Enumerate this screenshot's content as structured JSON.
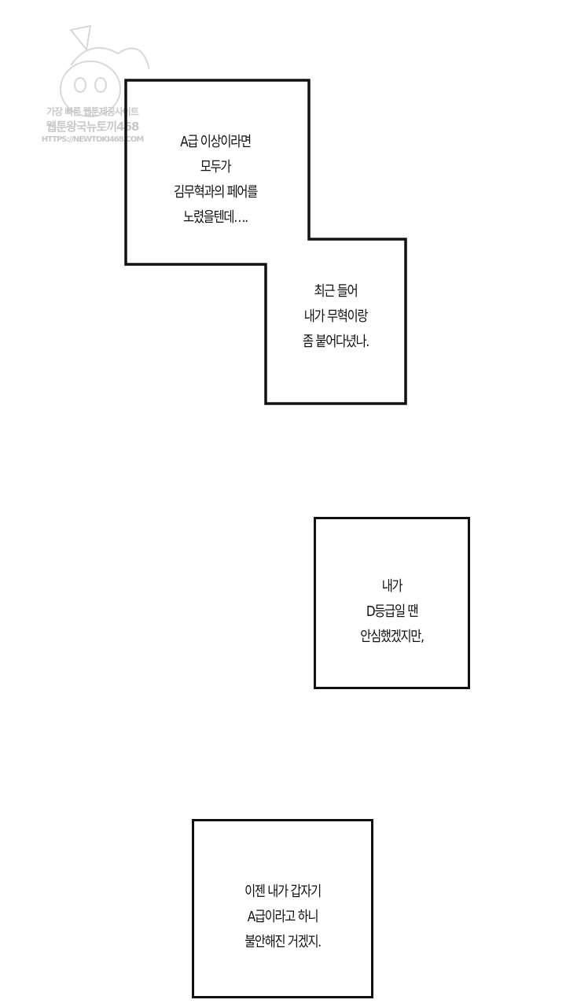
{
  "watermark": {
    "line1": "가장 빠른 웹툰제공사이트",
    "line2": "웹툰왕국뉴토끼468",
    "line3": "HTTPS://NEWTOKI468.COM"
  },
  "captions": [
    {
      "lines": [
        "A급 이상이라면",
        "모두가",
        "김무혁과의 페어를",
        "노렸을텐데…."
      ]
    },
    {
      "lines": [
        "최근 들어",
        "내가 무혁이랑",
        "좀 붙어다녔나."
      ]
    },
    {
      "lines": [
        "내가",
        "D등급일 땐",
        "안심했겠지만,"
      ]
    },
    {
      "lines": [
        "이젠 내가 갑자기",
        "A급이라고 하니",
        "불안해진 거겠지."
      ]
    }
  ]
}
